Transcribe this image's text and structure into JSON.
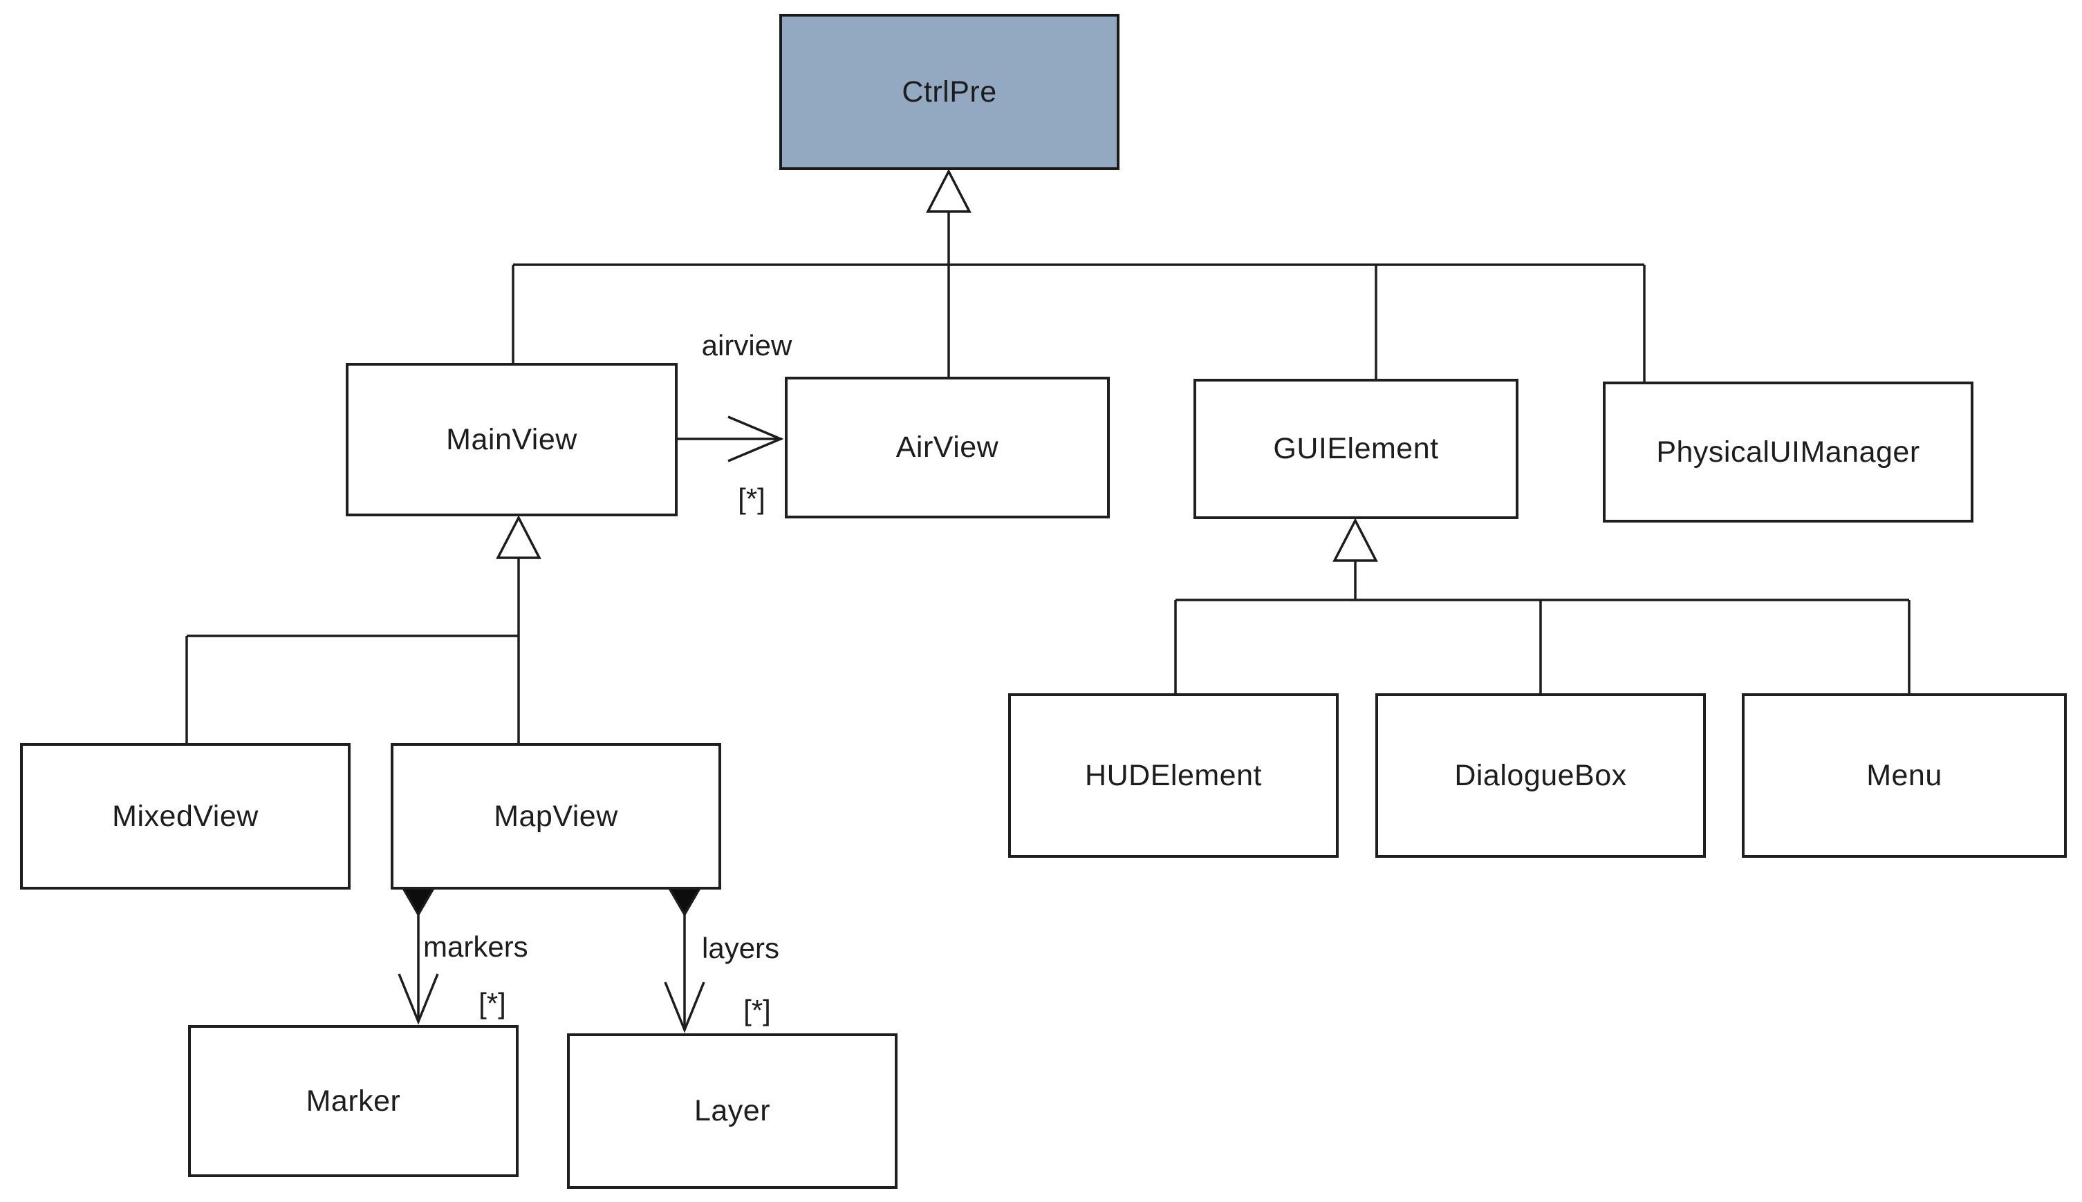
{
  "diagram": {
    "classes": {
      "ctrlpre": {
        "name": "CtrlPre"
      },
      "mainview": {
        "name": "MainView"
      },
      "airview": {
        "name": "AirView"
      },
      "guielement": {
        "name": "GUIElement"
      },
      "physicaluimanager": {
        "name": "PhysicalUIManager"
      },
      "mixedview": {
        "name": "MixedView"
      },
      "mapview": {
        "name": "MapView"
      },
      "hudelement": {
        "name": "HUDElement"
      },
      "dialoguebox": {
        "name": "DialogueBox"
      },
      "menu": {
        "name": "Menu"
      },
      "marker": {
        "name": "Marker"
      },
      "layer": {
        "name": "Layer"
      }
    },
    "relations": {
      "airview_assoc": {
        "label": "airview",
        "multiplicity": "[*]"
      },
      "markers_comp": {
        "label": "markers",
        "multiplicity": "[*]"
      },
      "layers_comp": {
        "label": "layers",
        "multiplicity": "[*]"
      }
    },
    "colors": {
      "highlighted_class_fill": "#93a9c1",
      "class_fill": "#ffffff",
      "line": "#1c1c1c",
      "text": "#1d1d1d"
    }
  }
}
